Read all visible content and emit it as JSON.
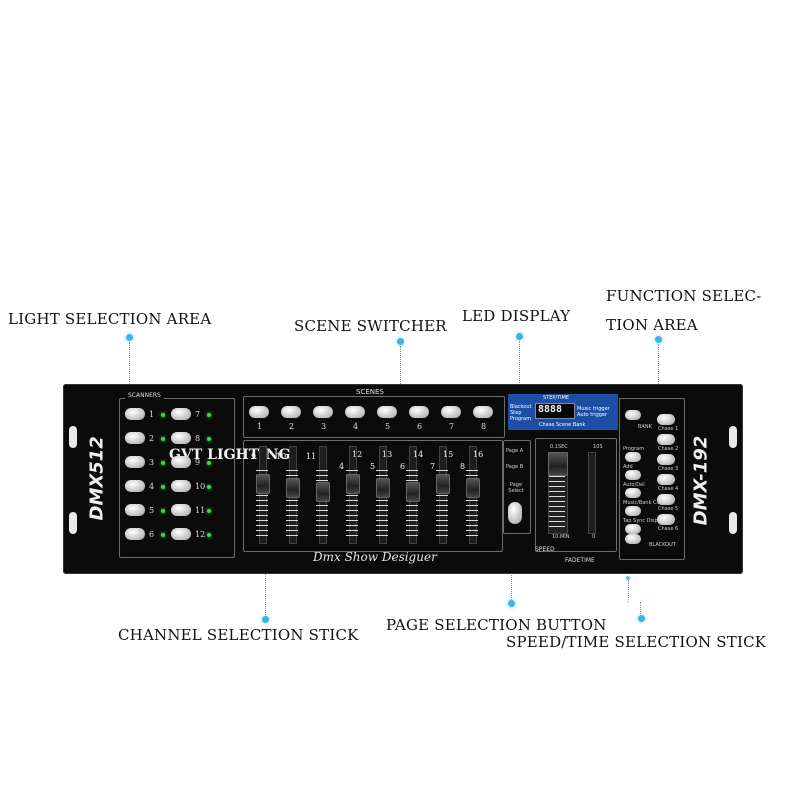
{
  "callouts": {
    "light_selection": "LIGHT SELECTION AREA",
    "scene_switcher": "SCENE SWITCHER",
    "led_display": "LED DISPLAY",
    "function_selection_line1": "FUNCTION SELEC-",
    "function_selection_line2": "TION AREA",
    "channel_selection": "CHANNEL SELECTION STICK",
    "page_selection": "PAGE SELECTION BUTTON",
    "speed_time_selection": "SPEED/TIME SELECTION STICK"
  },
  "device": {
    "model_left": "DMX512",
    "model_right": "DMX-192",
    "watermark": "GVT LIGHTING",
    "script_name": "Dmx Show Desiguer",
    "scanners_label": "SCANNERS",
    "scenes_label": "SCENES",
    "scanner_numbers": [
      "1",
      "2",
      "3",
      "4",
      "5",
      "6",
      "7",
      "8",
      "9",
      "10",
      "11",
      "12"
    ],
    "scene_numbers": [
      "1",
      "2",
      "3",
      "4",
      "5",
      "6",
      "7",
      "8"
    ],
    "fader_labels": [
      "9",
      "10",
      "11",
      "4",
      "12",
      "5",
      "13",
      "6",
      "14",
      "7",
      "15",
      "8",
      "16"
    ],
    "page_buttons": [
      "Page A",
      "Page B",
      "Page Select"
    ],
    "display": {
      "header": "STEP/TIME",
      "left_labels": [
        "Blackout",
        "Step",
        "Program"
      ],
      "readout": "8888",
      "right_labels": [
        "Music trigger",
        "Auto trigger"
      ],
      "footer": "Chase Scene Bank"
    },
    "speed_labels": {
      "top_left": "0.1SEC",
      "top_right": "10S",
      "bottom_left": "10.MIN",
      "bottom_right": "0"
    },
    "speed_label": "SPEED",
    "fadetime_label": "FADETIME",
    "function_left": [
      "Program",
      "Add",
      "Auto/Del",
      "Music/Bank Copy",
      "Tap Sync Display"
    ],
    "bank_label": "BANK",
    "chase_labels": [
      "Chase 1",
      "Chase 2",
      "Chase 3",
      "Chase 4",
      "Chase 5",
      "Chase 6"
    ],
    "blackout_label": "BLACKOUT"
  },
  "colors": {
    "leader": "#4aa8d8",
    "display_blue": "#1c4ea6",
    "led_green": "#37d35b"
  }
}
